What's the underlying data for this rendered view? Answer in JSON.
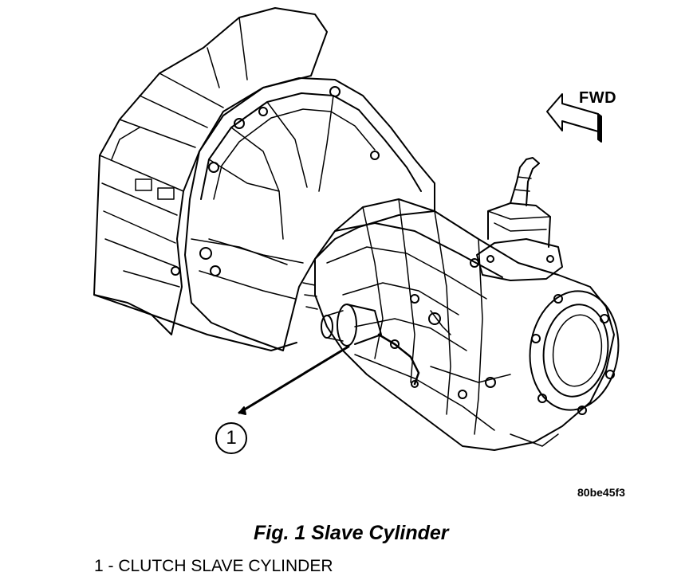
{
  "diagram": {
    "direction_label": "FWD",
    "callout_number": "1",
    "image_id": "80be45f3"
  },
  "caption": {
    "title": "Fig. 1 Slave Cylinder",
    "legend": [
      {
        "text": "1 - CLUTCH SLAVE CYLINDER"
      }
    ]
  }
}
